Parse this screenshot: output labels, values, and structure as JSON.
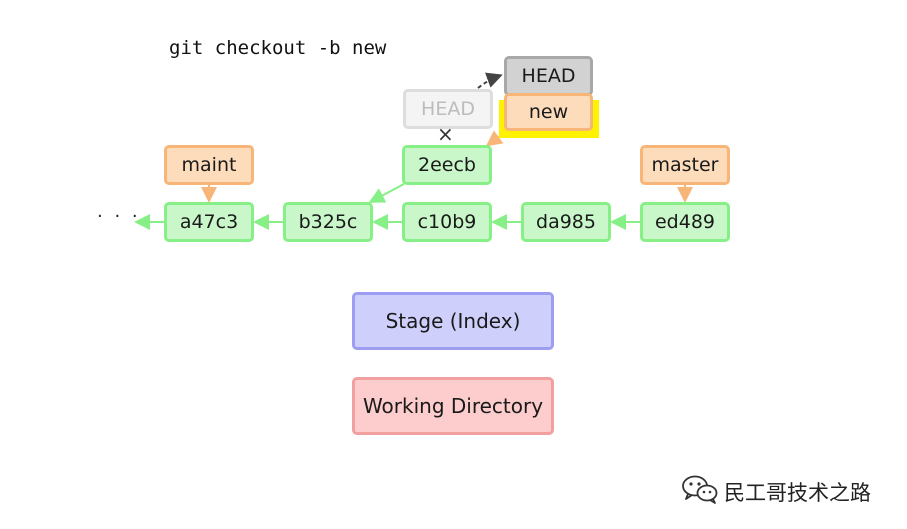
{
  "command": "git checkout -b new",
  "ellipsis": "· · ·",
  "commits": {
    "a47c3": "a47c3",
    "b325c": "b325c",
    "c10b9": "c10b9",
    "da985": "da985",
    "ed489": "ed489",
    "2eecb": "2eecb"
  },
  "branches": {
    "maint": "maint",
    "master": "master",
    "new": "new"
  },
  "head": {
    "current": "HEAD",
    "previous": "HEAD",
    "detached_mark": "×"
  },
  "areas": {
    "stage": "Stage (Index)",
    "working_directory": "Working Directory"
  },
  "watermark": {
    "text": "民工哥技术之路",
    "icon": "wechat-icon"
  },
  "colors": {
    "commit_fill": "#c9f7c9",
    "commit_border": "#86f086",
    "branch_fill": "#fddcbc",
    "branch_border": "#f7b577",
    "head_fill": "#d2d2d2",
    "stage_fill": "#cfcffc",
    "workdir_fill": "#fdcccc",
    "highlight": "#fff200"
  }
}
